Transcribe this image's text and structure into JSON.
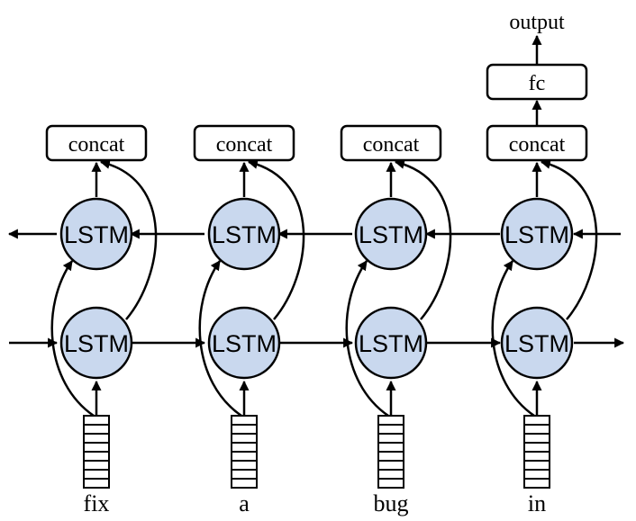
{
  "tokens": [
    "fix",
    "a",
    "bug",
    "in"
  ],
  "node_label": "LSTM",
  "concat_label": "concat",
  "fc_label": "fc",
  "output_label": "output",
  "colors": {
    "lstm_fill": "#c9d8ee",
    "stroke": "#000000",
    "background": "#ffffff"
  }
}
